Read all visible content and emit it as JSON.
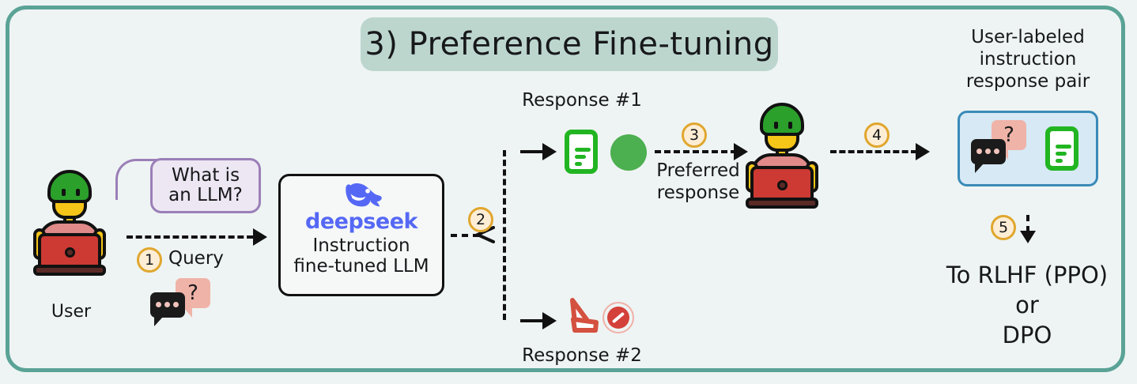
{
  "diagram": {
    "title": "3) Preference Fine-tuning",
    "border_color": "#5aa396",
    "background_color": "#eef4f3",
    "title_pill_color": "#bcd6ce"
  },
  "user": {
    "caption": "User",
    "speech_bubble": {
      "line1": "What is",
      "line2": "an LLM?",
      "border_color": "#9b7fb8",
      "fill_color": "#ece7f2"
    }
  },
  "steps": {
    "one": "1",
    "two": "2",
    "three": "3",
    "four": "4",
    "five": "5",
    "badge_fill": "#fdedd5",
    "badge_border": "#e0a62e"
  },
  "labels": {
    "query": "Query",
    "response1": "Response #1",
    "response2": "Response #2",
    "preferred_line1": "Preferred",
    "preferred_line2": "response",
    "pair_line1": "User-labeled",
    "pair_line2": "instruction",
    "pair_line3": "response pair",
    "outcome_line1": "To RLHF (PPO)",
    "outcome_line2": "or",
    "outcome_line3": "DPO"
  },
  "llm_card": {
    "brand": "deepseek",
    "brand_color": "#5568f5",
    "line1": "Instruction",
    "line2": "fine-tuned LLM"
  },
  "icons": {
    "accepted_color": "#22b522",
    "accepted_circle_color": "#4caf50",
    "rejected_color": "#d4403a",
    "chat_dark_color": "#1b1b1b",
    "chat_pink_color": "#f0b3a8",
    "question_mark": "?",
    "pair_box_fill": "#d6e9f5",
    "pair_box_border": "#3a8ab8"
  }
}
